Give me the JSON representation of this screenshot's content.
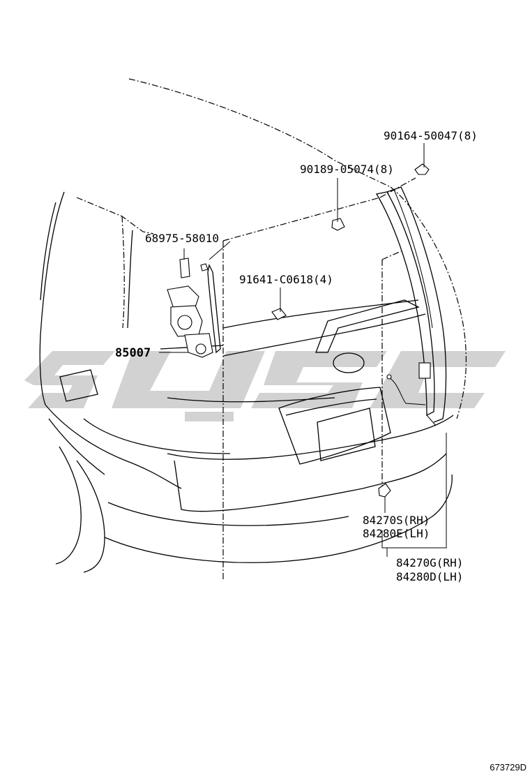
{
  "parts": [
    {
      "number": "90164-50047",
      "qty": "(8)"
    },
    {
      "number": "90189-05074",
      "qty": "(8)"
    },
    {
      "number": "68975-58010",
      "qty": ""
    },
    {
      "number": "91641-C0618",
      "qty": "(4)"
    },
    {
      "number": "85007",
      "qty": ""
    },
    {
      "number": "84270S",
      "qty": "(RH)"
    },
    {
      "number": "84280E",
      "qty": "(LH)"
    },
    {
      "number": "84270G",
      "qty": "(RH)"
    },
    {
      "number": "84280D",
      "qty": "(LH)"
    }
  ],
  "watermark": {
    "color": "#d2d2d2"
  },
  "reference_code": "673729D"
}
